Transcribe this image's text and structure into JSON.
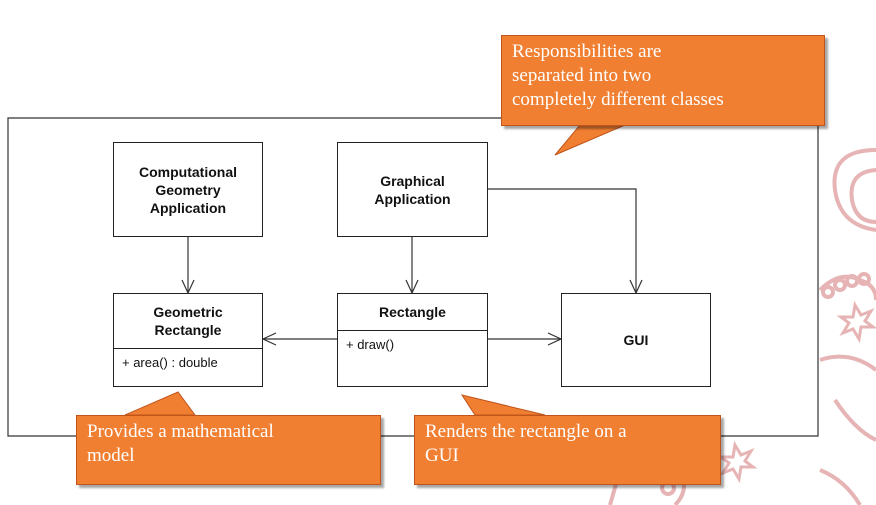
{
  "diagram": {
    "boxes": {
      "computational_geometry": "Computational\nGeometry\nApplication",
      "graphical_application": "Graphical\nApplication",
      "geometric_rectangle": {
        "name": "Geometric\nRectangle",
        "member": "+ area() : double"
      },
      "rectangle": {
        "name": "Rectangle",
        "member": "+ draw()"
      },
      "gui": "GUI"
    },
    "callouts": {
      "top": "Responsibilities are\nseparated into two\ncompletely different classes",
      "bottom_left": "Provides a mathematical\nmodel",
      "bottom_right": "Renders the rectangle on a\nGUI"
    }
  },
  "colors": {
    "callout_fill": "#f07f32",
    "watermark": "#e8b8b8"
  }
}
